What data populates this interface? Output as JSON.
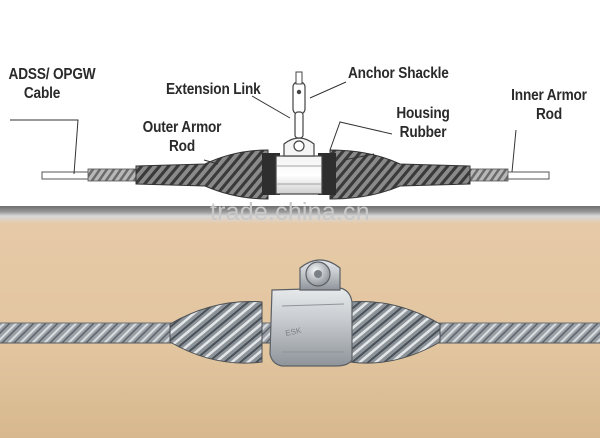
{
  "labels": {
    "adss_cable": [
      "ADSS/ OPGW",
      "Cable"
    ],
    "extension_link": "Extension Link",
    "anchor_shackle": "Anchor Shackle",
    "outer_armor_rod": [
      "Outer Armor",
      "Rod"
    ],
    "housing_rubber": [
      "Housing",
      "Rubber"
    ],
    "inner_armor_rod": [
      "Inner Armor",
      "Rod"
    ]
  },
  "watermark": "trade.china.cn",
  "colors": {
    "background": "#ffffff",
    "label_text": "#2a2a2a",
    "wood_background": "#e2c6a0",
    "metal": "#9aa0a6"
  }
}
